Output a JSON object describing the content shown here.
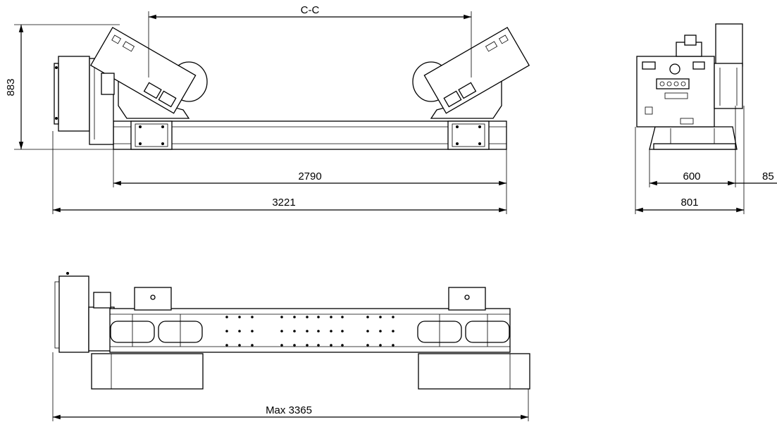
{
  "dimensions": {
    "cc": "C-C",
    "height": "883",
    "rail_length": "2790",
    "overall_length": "3221",
    "width_inner": "600",
    "width_overall": "801",
    "width_extra": "85",
    "max_length": "Max 3365"
  }
}
